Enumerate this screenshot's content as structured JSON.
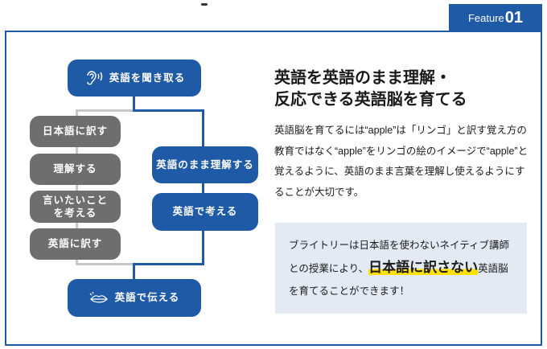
{
  "feature_tab": {
    "word": "Feature",
    "number": "01"
  },
  "flow": {
    "start": "英語を聞き取る",
    "gray_steps": [
      "日本語に訳す",
      "理解する",
      "言いたいことを考える",
      "英語に訳す"
    ],
    "blue_steps": [
      "英語のまま理解する",
      "英語で考える"
    ],
    "end": "英語で伝える"
  },
  "heading": {
    "line1": "英語を英語のまま理解・",
    "line2": "反応できる英語脳を育てる"
  },
  "body": "英語脳を育てるには“apple”は「リンゴ」と訳す覚え方の教育ではなく“apple”をリンゴの絵のイメージで“apple”と覚えるように、英語のまま言葉を理解し使えるようにすることが大切です。",
  "panel": {
    "before": "ブライトリーは日本語を使わないネイティブ講師との授業により、",
    "highlight": "日本語に訳さない",
    "after": "英語脳を育てることができます！"
  },
  "colors": {
    "brand": "#1f5aa6",
    "gray": "#6e6e6e",
    "highlight": "#ffe100",
    "panel": "#e3eaf4"
  }
}
